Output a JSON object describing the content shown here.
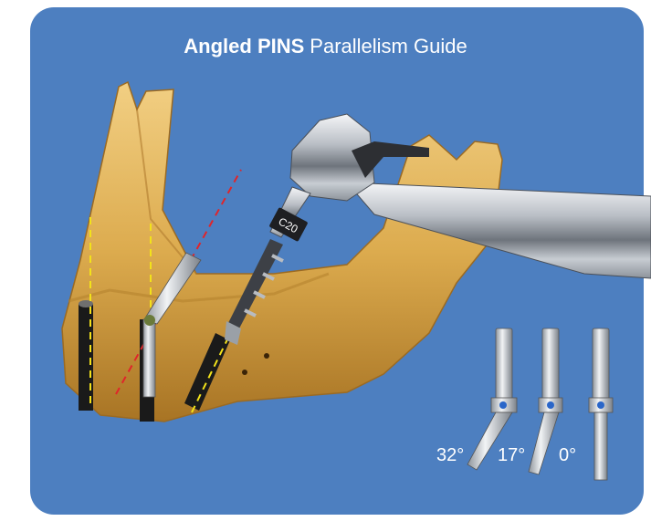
{
  "title": {
    "bold": "Angled PINS",
    "regular": "Parallelism Guide"
  },
  "handpiece": {
    "code": "C20"
  },
  "pins": [
    {
      "label": "32°"
    },
    {
      "label": "17°"
    },
    {
      "label": "0°"
    }
  ],
  "colors": {
    "background": "#4d7fc0",
    "bone": "#d9a94a",
    "guide_yellow": "#f2e21a",
    "guide_red": "#e0252a",
    "metal": "#c9cdd2"
  }
}
